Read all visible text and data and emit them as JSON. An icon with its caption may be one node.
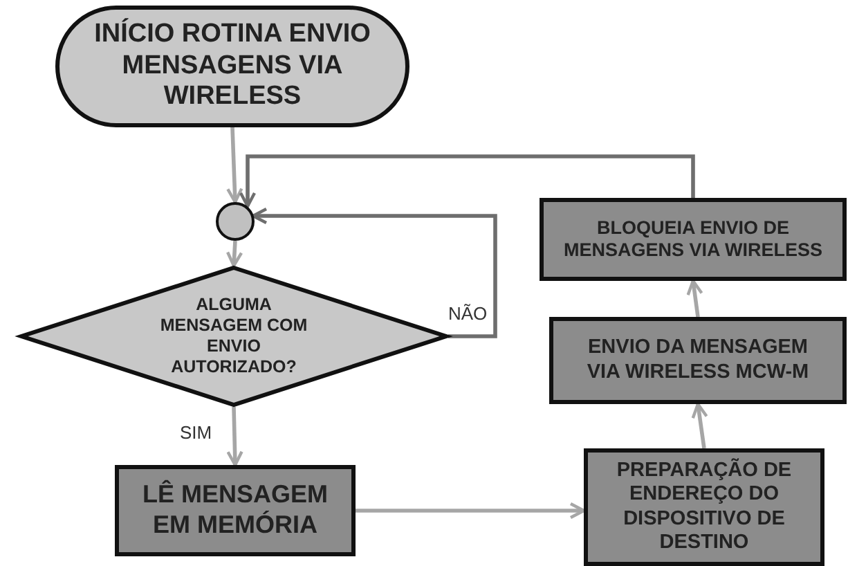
{
  "diagram": {
    "nodes": [
      {
        "text": [
          "INÍCIO ROTINA ENVIO MENSAGENS VIA WIRELESS"
        ]
      },
      {
        "text": [],
        "shape": "circle"
      },
      {
        "text": [
          "ALGUMA MENSAGEM COM ENVIO AUTORIZADO?"
        ]
      },
      {
        "text": [
          "LÊ MENSAGEM EM MEMÓRIA"
        ]
      },
      {
        "text": [
          "PREPARAÇÃO DE ENDEREÇO DO DISPOSITIVO DE DESTINO"
        ]
      },
      {
        "text": [
          "ENVIO DA MENSAGEM VIA WIRELESS MCW-M"
        ]
      },
      {
        "text": [
          "BLOQUEIA ENVIO DE MENSAGENS VIA WIRELESS"
        ]
      }
    ],
    "edges": [
      {
        "from": 0,
        "to": 1,
        "arrow": "to"
      },
      {
        "from": 6,
        "to": 1,
        "arrow": "to",
        "color": "#6e6e6e"
      },
      {
        "from": 1,
        "to": 2,
        "arrow": "to"
      },
      {
        "from": 2,
        "to": 1,
        "arrow": "to",
        "label": "NÃO",
        "color": "#6e6e6e"
      },
      {
        "from": 2,
        "to": 3,
        "arrow": "to",
        "label": "SIM"
      },
      {
        "from": 3,
        "to": 4,
        "arrow": "to"
      },
      {
        "from": 4,
        "to": 5,
        "arrow": "to"
      },
      {
        "from": 5,
        "to": 6,
        "arrow": "to"
      }
    ]
  }
}
